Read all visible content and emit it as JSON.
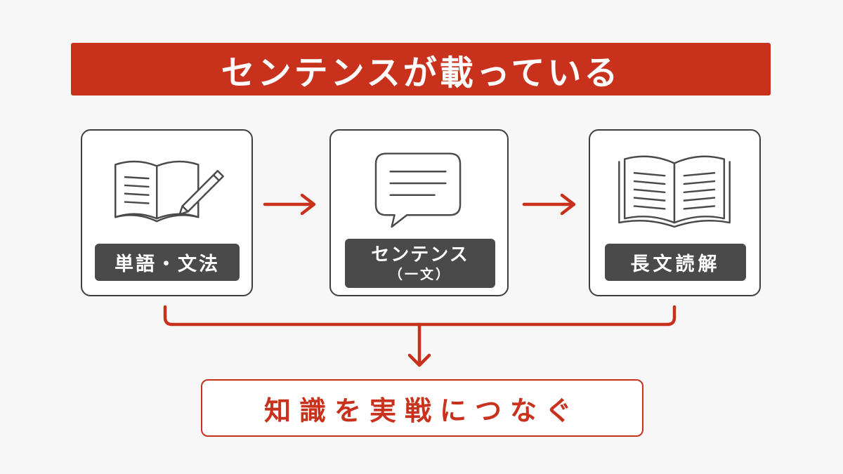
{
  "title": "センテンスが載っている",
  "steps": [
    {
      "icon": "notebook-pencil-icon",
      "label": "単語・文法"
    },
    {
      "icon": "speech-bubble-icon",
      "label": "センテンス",
      "sublabel": "（一文）"
    },
    {
      "icon": "open-book-icon",
      "label": "長文読解"
    }
  ],
  "result": "知識を実戦につなぐ",
  "colors": {
    "accent": "#c8321d",
    "label_bg": "#4a4a4a",
    "card_border": "#3f3f3f",
    "background": "#f7f7f7"
  }
}
